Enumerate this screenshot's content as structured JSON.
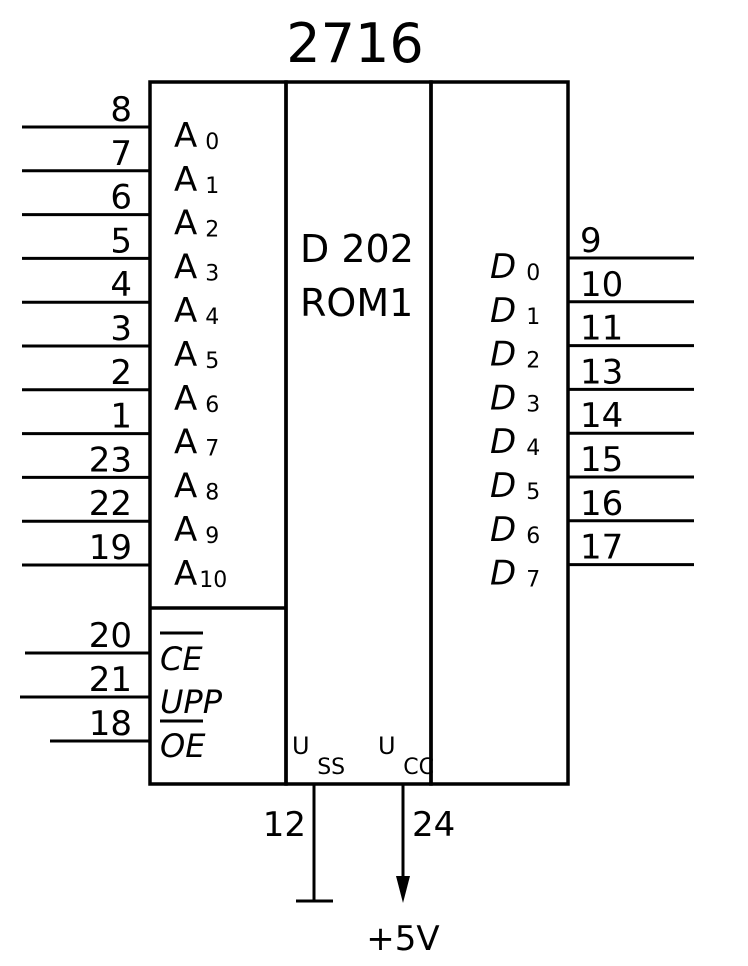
{
  "chip_name": "2716",
  "center": {
    "line1": "D 202",
    "line2": "ROM1"
  },
  "address_pins": [
    {
      "pin": "8",
      "base": "A",
      "sub": "0"
    },
    {
      "pin": "7",
      "base": "A",
      "sub": "1"
    },
    {
      "pin": "6",
      "base": "A",
      "sub": "2"
    },
    {
      "pin": "5",
      "base": "A",
      "sub": "3"
    },
    {
      "pin": "4",
      "base": "A",
      "sub": "4"
    },
    {
      "pin": "3",
      "base": "A",
      "sub": "5"
    },
    {
      "pin": "2",
      "base": "A",
      "sub": "6"
    },
    {
      "pin": "1",
      "base": "A",
      "sub": "7"
    },
    {
      "pin": "23",
      "base": "A",
      "sub": "8"
    },
    {
      "pin": "22",
      "base": "A",
      "sub": "9"
    },
    {
      "pin": "19",
      "base": "A",
      "sub": "10"
    }
  ],
  "data_pins": [
    {
      "pin": "9",
      "base": "D",
      "sub": "0"
    },
    {
      "pin": "10",
      "base": "D",
      "sub": "1"
    },
    {
      "pin": "11",
      "base": "D",
      "sub": "2"
    },
    {
      "pin": "13",
      "base": "D",
      "sub": "3"
    },
    {
      "pin": "14",
      "base": "D",
      "sub": "4"
    },
    {
      "pin": "15",
      "base": "D",
      "sub": "5"
    },
    {
      "pin": "16",
      "base": "D",
      "sub": "6"
    },
    {
      "pin": "17",
      "base": "D",
      "sub": "7"
    }
  ],
  "control_pins": [
    {
      "pin": "20",
      "label": "CE",
      "overline": true
    },
    {
      "pin": "21",
      "label": "UPP",
      "overline": false
    },
    {
      "pin": "18",
      "label": "OE",
      "overline": true
    }
  ],
  "power": {
    "vss": {
      "base": "U",
      "sub": "SS",
      "pin": "12"
    },
    "vcc": {
      "base": "U",
      "sub": "CC",
      "pin": "24"
    },
    "supply": "+5V"
  }
}
